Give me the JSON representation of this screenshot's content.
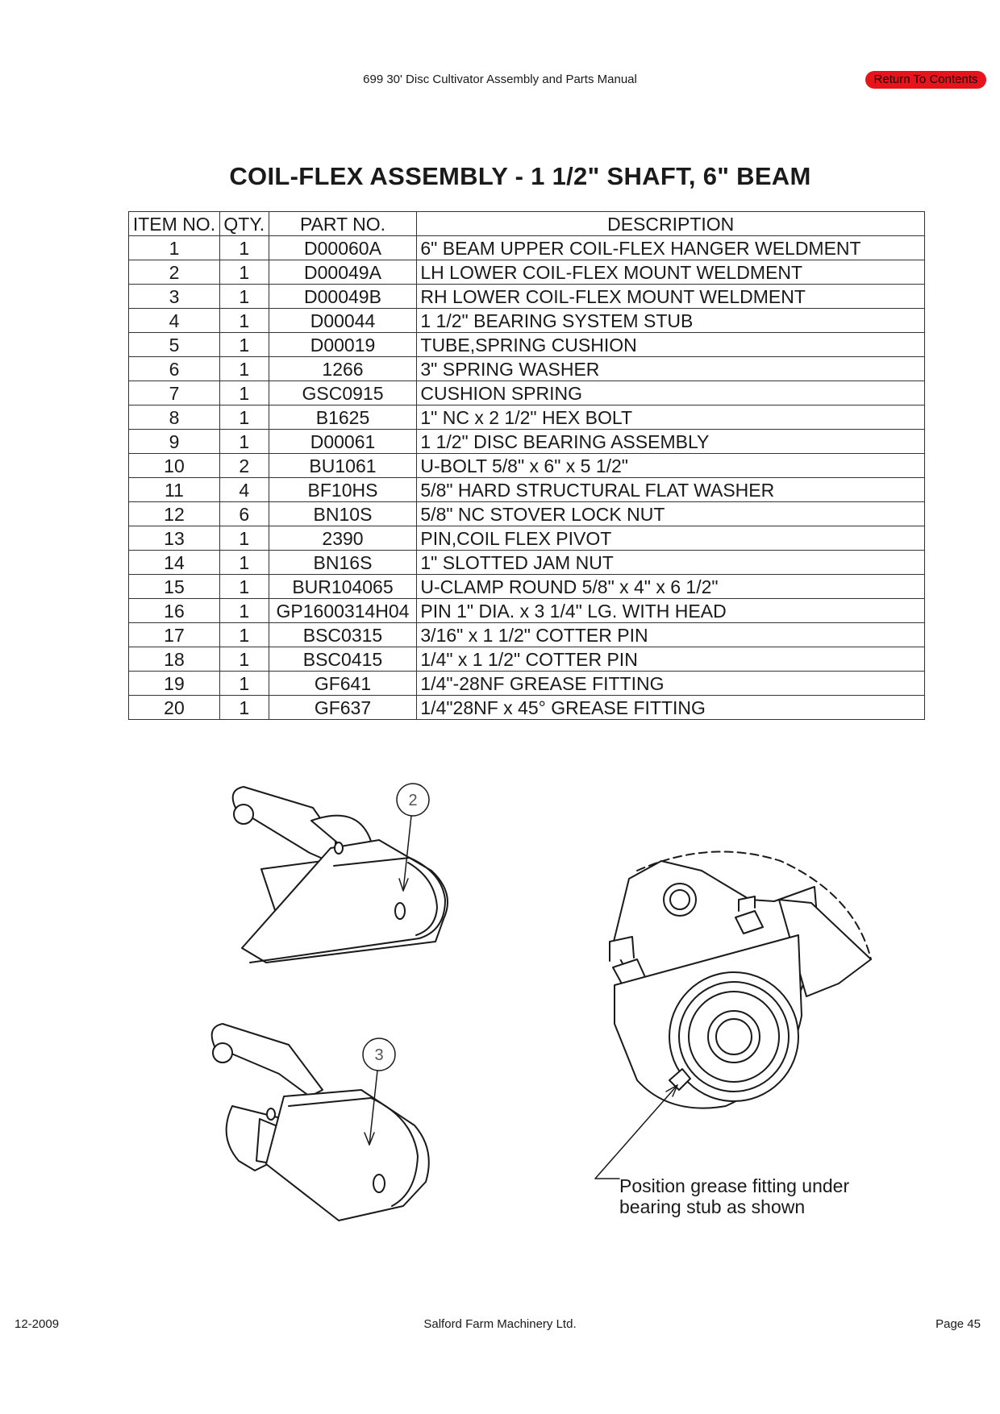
{
  "header": {
    "title": "699 30' Disc Cultivator Assembly and Parts Manual",
    "contents_button": "Return To Contents",
    "button_color": "#e8141c"
  },
  "heading": "COIL-FLEX ASSEMBLY - 1 1/2\" SHAFT, 6\" BEAM",
  "table": {
    "columns": [
      "ITEM NO.",
      "QTY.",
      "PART NO.",
      "DESCRIPTION"
    ],
    "rows": [
      [
        "1",
        "1",
        "D00060A",
        "6\" BEAM UPPER COIL-FLEX HANGER WELDMENT"
      ],
      [
        "2",
        "1",
        "D00049A",
        "LH LOWER COIL-FLEX MOUNT WELDMENT"
      ],
      [
        "3",
        "1",
        "D00049B",
        "RH LOWER COIL-FLEX MOUNT WELDMENT"
      ],
      [
        "4",
        "1",
        "D00044",
        "1 1/2\" BEARING SYSTEM STUB"
      ],
      [
        "5",
        "1",
        "D00019",
        "TUBE,SPRING CUSHION"
      ],
      [
        "6",
        "1",
        "1266",
        "3\" SPRING WASHER"
      ],
      [
        "7",
        "1",
        "GSC0915",
        "CUSHION SPRING"
      ],
      [
        "8",
        "1",
        "B1625",
        "1\" NC x 2 1/2\" HEX BOLT"
      ],
      [
        "9",
        "1",
        "D00061",
        "1 1/2\" DISC BEARING ASSEMBLY"
      ],
      [
        "10",
        "2",
        "BU1061",
        "U-BOLT 5/8\" x 6\" x 5 1/2\""
      ],
      [
        "11",
        "4",
        "BF10HS",
        "5/8\" HARD STRUCTURAL FLAT WASHER"
      ],
      [
        "12",
        "6",
        "BN10S",
        "5/8\" NC STOVER LOCK NUT"
      ],
      [
        "13",
        "1",
        "2390",
        "PIN,COIL FLEX PIVOT"
      ],
      [
        "14",
        "1",
        "BN16S",
        "1\" SLOTTED JAM NUT"
      ],
      [
        "15",
        "1",
        "BUR104065",
        "U-CLAMP ROUND 5/8\" x 4\" x 6 1/2\""
      ],
      [
        "16",
        "1",
        "GP1600314H04",
        "PIN 1\" DIA. x 3 1/4\" LG. WITH HEAD"
      ],
      [
        "17",
        "1",
        "BSC0315",
        "3/16\" x 1 1/2\" COTTER PIN"
      ],
      [
        "18",
        "1",
        "BSC0415",
        "1/4\" x 1 1/2\" COTTER PIN"
      ],
      [
        "19",
        "1",
        "GF641",
        "1/4\"-28NF GREASE FITTING"
      ],
      [
        "20",
        "1",
        "GF637",
        "1/4\"28NF x 45° GREASE FITTING"
      ]
    ]
  },
  "diagram": {
    "callout_2": "2",
    "callout_3": "3",
    "note_line1": "Position grease fitting under",
    "note_line2": "bearing stub as shown"
  },
  "footer": {
    "date": "12-2009",
    "company": "Salford Farm Machinery Ltd.",
    "page": "Page 45"
  }
}
